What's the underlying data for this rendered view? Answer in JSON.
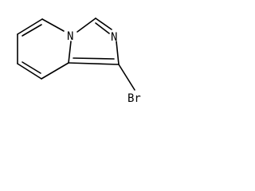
{
  "molecule": {
    "atoms": {
      "n_bridgehead": "N",
      "n_imidazole": "N",
      "bromine": "Br"
    }
  }
}
